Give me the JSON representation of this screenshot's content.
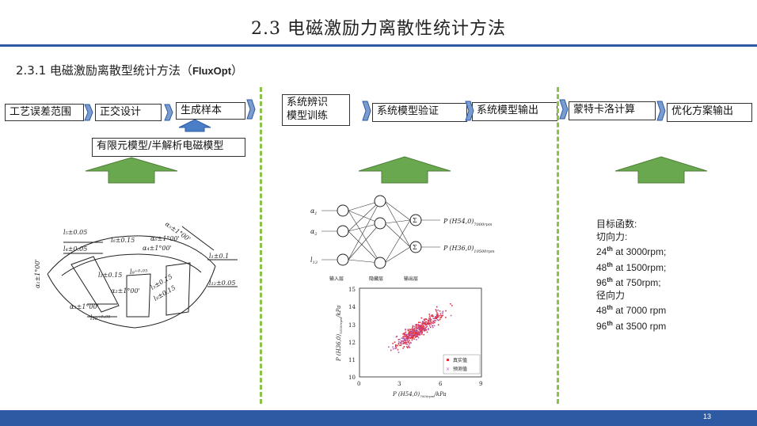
{
  "slide": {
    "title": "2.3 电磁激励力离散性统计方法",
    "subtitle_main": "2.3.1 电磁激励离散型统计方法（",
    "subtitle_bold": "FluxOpt",
    "subtitle_end": "）",
    "page_number": "13"
  },
  "flow": {
    "process_tolerance": "工艺误差范围",
    "orthogonal_design": "正交设计",
    "generate_samples": "生成样本",
    "fe_model": "有限元模型/半解析电磁模型",
    "identify_line1": "系统辨识",
    "identify_line2": "模型训练",
    "model_verify": "系统模型验证",
    "model_output": "系统模型输出",
    "monte_carlo": "蒙特卡洛计算",
    "optimize_output": "优化方案输出"
  },
  "objective": {
    "heading": "目标函数:",
    "tangential": "切向力:",
    "t1_ord": "24",
    "t1_sup": "th",
    "t1_rest": " at 3000rpm;",
    "t2_ord": "48",
    "t2_sup": "th",
    "t2_rest": " at 1500rpm;",
    "t3_ord": "96",
    "t3_sup": "th",
    "t3_rest": " at 750rpm;",
    "radial": "径向力",
    "r1_ord": "48",
    "r1_sup": "th",
    "r1_rest": "  at  7000 rpm",
    "r2_ord": "96",
    "r2_sup": "th",
    "r2_rest": "  at  3500 rpm"
  },
  "nn": {
    "in1": "α",
    "in1_sub": "1",
    "in2": "α",
    "in2_sub": "2",
    "in3": "l",
    "in3_sub": "13",
    "sum": "Σ",
    "out1_pre": "P",
    "out1_mid": "(H54,0)",
    "out1_sub": "7000rpm",
    "out2_pre": "P",
    "out2_mid": "(H36,0)",
    "out2_sub": "10500rpm",
    "layer_in": "输入层",
    "layer_hidden": "隐藏层",
    "layer_out": "输出层"
  },
  "scatter": {
    "xlabel": "P (H54,0)",
    "xlabel_sub": "7000rpm",
    "xlabel_unit": "/kPa",
    "ylabel": "P (H36,0)",
    "ylabel_sub": "10500rpm",
    "ylabel_unit": "/kPa",
    "xticks": [
      "0",
      "3",
      "6",
      "9"
    ],
    "yticks": [
      "15",
      "14",
      "13",
      "12",
      "11",
      "10"
    ],
    "legend_true": "真实值",
    "legend_pred": "预测值",
    "true_color": "#e03040",
    "pred_color": "#b060b8"
  },
  "stator": {
    "labels": [
      "l₅±0.05",
      "l₄±0.05",
      "l₆±0.15",
      "α₅±1°00'",
      "α₆±1°00'",
      "α₄±1°00'",
      "l₁±0.1",
      "l₂±0.15",
      "l₉⁺⁰·⁰⁵",
      "l₁₂±0.05",
      "l₃±0.15",
      "l₈±0.15",
      "α₂±1°00'",
      "α₃±1°00'",
      "l₁₀⁺⁰·⁰⁵",
      "α₁±1°00'"
    ]
  },
  "colors": {
    "accent_blue": "#2e5aa3",
    "arrow_green": "#6aa84f",
    "separator_green": "#8bc34a"
  }
}
